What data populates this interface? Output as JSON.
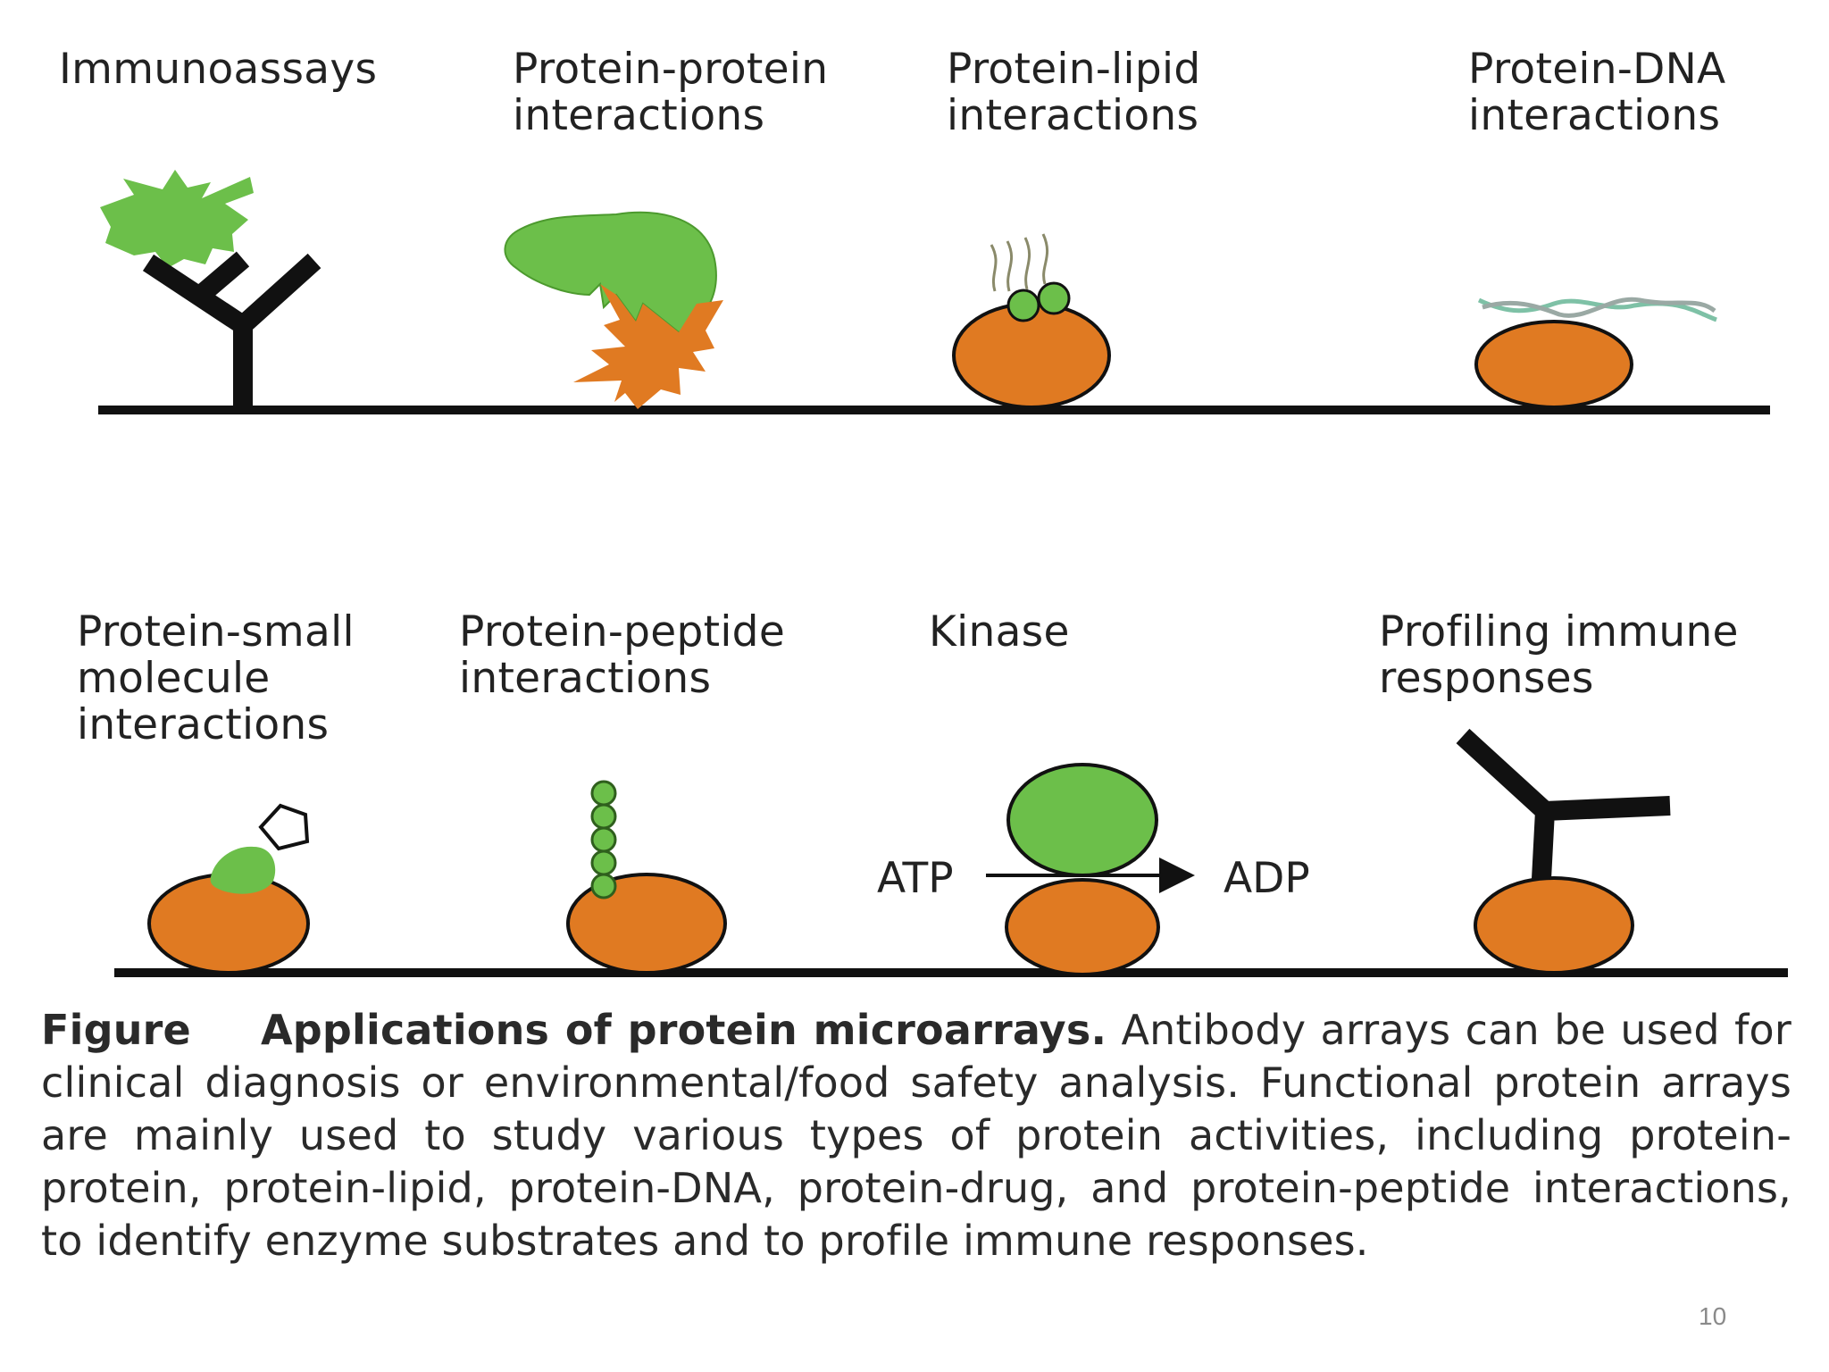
{
  "panels": [
    {
      "id": "immunoassays",
      "label": "Immunoassays"
    },
    {
      "id": "protein-protein",
      "label": "Protein-protein\ninteractions"
    },
    {
      "id": "protein-lipid",
      "label": "Protein-lipid\ninteractions"
    },
    {
      "id": "protein-dna",
      "label": "Protein-DNA\ninteractions"
    },
    {
      "id": "protein-small-molecule",
      "label": "Protein-small\nmolecule\ninteractions"
    },
    {
      "id": "protein-peptide",
      "label": "Protein-peptide\ninteractions"
    },
    {
      "id": "kinase",
      "label": "Kinase"
    },
    {
      "id": "profiling-immune",
      "label": "Profiling immune\nresponses"
    }
  ],
  "kinase_reaction": {
    "substrate": "ATP",
    "product": "ADP"
  },
  "caption": {
    "label": "Figure",
    "title": "Applications of protein microarrays.",
    "body": " Antibody arrays can be used for clinical diagnosis or environmental/food safety analysis. Functional protein arrays are mainly used to study various types of protein activities, including protein-protein, protein-lipid, protein-DNA, protein-drug, and protein-peptide interactions, to identify enzyme substrates and to profile immune responses."
  },
  "page_number": "10",
  "colors": {
    "protein_orange": "#E07A22",
    "binder_green": "#6CBF4A",
    "antibody_black": "#111111",
    "surface_line": "#111111"
  }
}
